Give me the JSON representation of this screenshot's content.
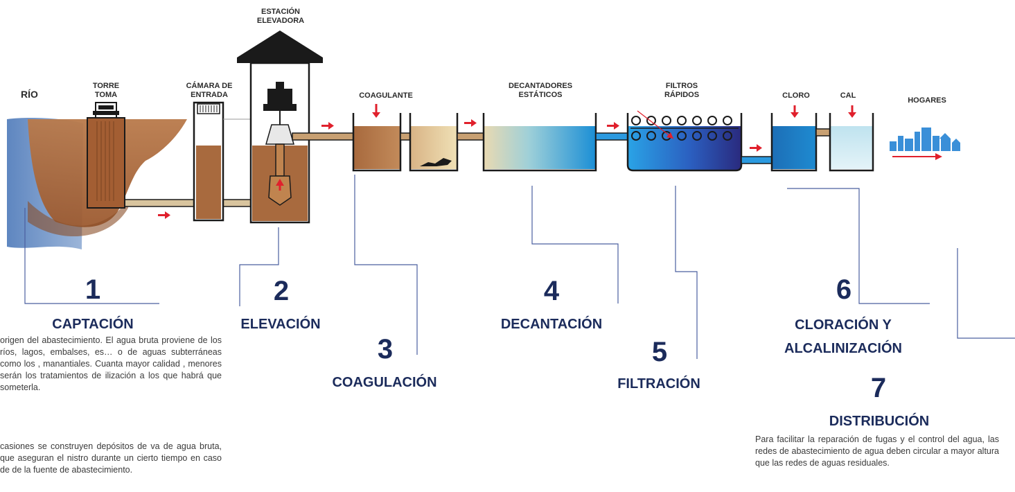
{
  "labels": {
    "river": "RÍO",
    "intake_tower": "TORRE\nTOMA",
    "inlet_chamber": "CÁMARA DE\nENTRADA",
    "pump_station": "ESTACIÓN\nELEVADORA",
    "coagulant": "COAGULANTE",
    "settlers": "DECANTADORES\nESTÁTICOS",
    "filters": "FILTROS\nRÁPIDOS",
    "chlorine": "CLORO",
    "lime": "CAL",
    "homes": "HOGARES"
  },
  "steps": [
    {
      "number": "1",
      "title": "CAPTACIÓN"
    },
    {
      "number": "2",
      "title": "ELEVACIÓN"
    },
    {
      "number": "3",
      "title": "COAGULACIÓN"
    },
    {
      "number": "4",
      "title": "DECANTACIÓN"
    },
    {
      "number": "5",
      "title": "FILTRACIÓN"
    },
    {
      "number": "6",
      "title": "CLORACIÓN Y\nALCALINIZACIÓN"
    },
    {
      "number": "7",
      "title": "DISTRIBUCIÓN"
    }
  ],
  "descriptions": {
    "captacion_1": "origen del abastecimiento. El agua bruta proviene de los ríos, lagos, embalses, es… o de aguas subterráneas como los , manantiales. Cuanta mayor calidad , menores serán los tratamientos de ilización a los que habrá que someterla.",
    "captacion_2": "casiones se construyen depósitos de va de agua bruta, que aseguran el nistro durante un cierto tiempo en caso de de la fuente de abastecimiento.",
    "distribucion": "Para facilitar la reparación de fugas y el control del agua, las redes de abastecimiento de agua deben circular a mayor altura que las redes de aguas residuales."
  },
  "colors": {
    "title_navy": "#1b2b5b",
    "leader_line": "#4a5f9f",
    "flow_arrow": "#e0202c",
    "raw_water_brown": "#a8653a",
    "treated_water_blue": "#1e7fc6",
    "river_blue": "#7fa1cc",
    "outline": "#1a1a1a"
  },
  "icons": {
    "flow_arrow": "red-arrow-icon",
    "homes": "city-skyline-icon"
  }
}
